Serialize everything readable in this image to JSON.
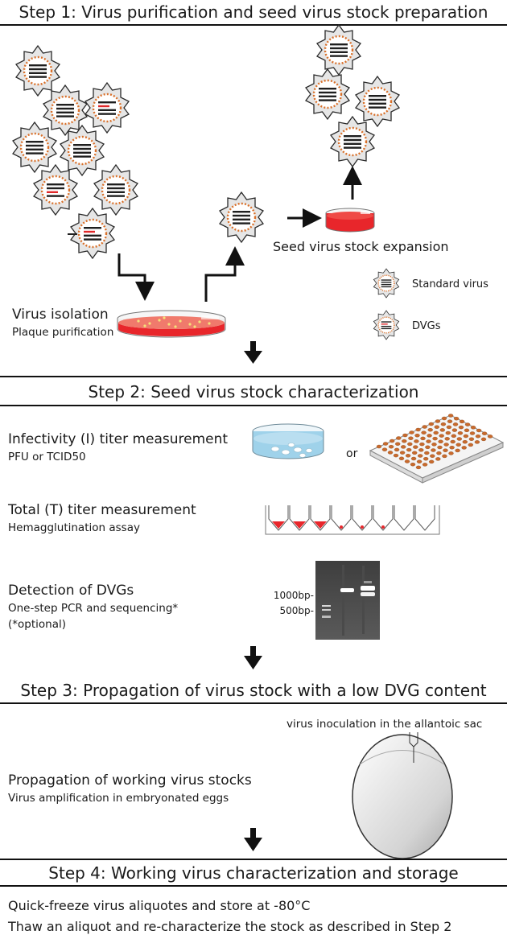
{
  "steps": {
    "step1": {
      "title": "Step 1: Virus purification and seed virus stock preparation"
    },
    "step2": {
      "title": "Step 2: Seed virus stock characterization"
    },
    "step3": {
      "title": "Step 3: Propagation of virus stock with a low DVG content"
    },
    "step4": {
      "title": "Step 4: Working virus characterization and storage"
    }
  },
  "step1": {
    "isolation_title": "Virus isolation",
    "isolation_subtitle": "Plaque purification",
    "expansion_label": "Seed virus stock expansion",
    "legend": {
      "standard": "Standard virus",
      "dvg": "DVGs"
    }
  },
  "step2": {
    "infectivity_title": "Infectivity (I) titer measurement",
    "infectivity_subtitle": "PFU or TCID50",
    "or_label": "or",
    "total_title": "Total (T) titer measurement",
    "total_subtitle": "Hemagglutination assay",
    "dvg_title": "Detection of DVGs",
    "dvg_subtitle": "One-step PCR and sequencing*",
    "dvg_note": "(*optional)",
    "gel_marker_high": "1000bp-",
    "gel_marker_low": "500bp-"
  },
  "step3": {
    "inoculation_label": "virus inoculation in the allantoic sac",
    "propagation_title": "Propagation of working virus stocks",
    "propagation_subtitle": "Virus amplification in embryonated eggs"
  },
  "step4": {
    "line1": "Quick-freeze virus aliquotes and store at -80°C",
    "line2": "Thaw an aliquot and re-characterize the stock as described in Step 2"
  },
  "colors": {
    "spike": "#5a5a5a",
    "envelope_dots": "#d9702a",
    "genome_black": "#1f1f1f",
    "genome_red": "#e0282a",
    "medium_red": "#e8262b",
    "well_blue": "#9fd2ea",
    "plate_orange": "#c96a2c"
  },
  "icons": {
    "virion": "virion-icon",
    "petri": "petri-dish-icon",
    "plate96": "96-well-plate-icon",
    "ha_plate": "hemagglutination-plate-icon",
    "gel": "gel-icon",
    "egg": "egg-icon",
    "syringe": "syringe-icon"
  }
}
